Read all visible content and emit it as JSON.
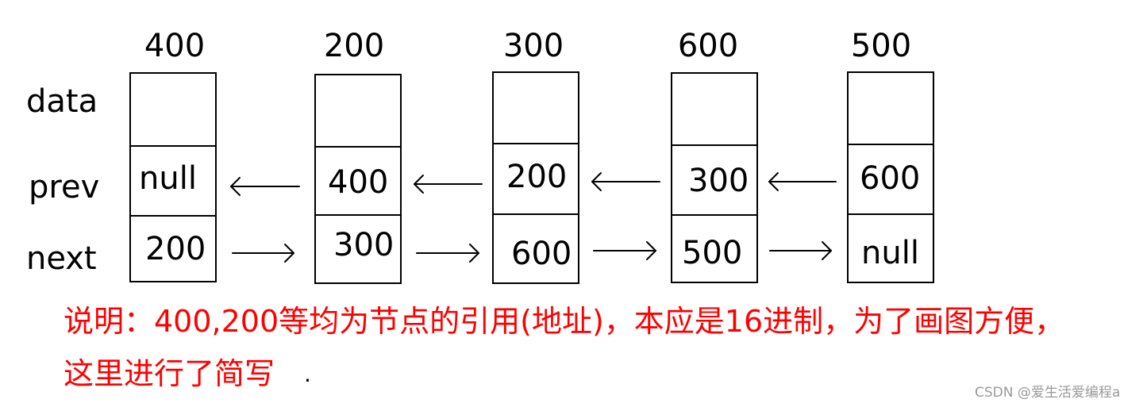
{
  "row_labels": {
    "data": "data",
    "prev": "prev",
    "next": "next"
  },
  "nodes": [
    {
      "address": "400",
      "data": "",
      "prev": "null",
      "next": "200"
    },
    {
      "address": "200",
      "data": "",
      "prev": "400",
      "next": "300"
    },
    {
      "address": "300",
      "data": "",
      "prev": "200",
      "next": "600"
    },
    {
      "address": "600",
      "data": "",
      "prev": "300",
      "next": "500"
    },
    {
      "address": "500",
      "data": "",
      "prev": "600",
      "next": "null"
    }
  ],
  "note": {
    "line1": "说明：400,200等均为节点的引用(地址)，本应是16进制，为了画图方便，",
    "line2": "这里进行了简写",
    "trailing_mark": "."
  },
  "watermark": "CSDN @爱生活爱编程a",
  "colors": {
    "note": "#ff0000",
    "watermark": "#999999",
    "line": "#000000"
  }
}
